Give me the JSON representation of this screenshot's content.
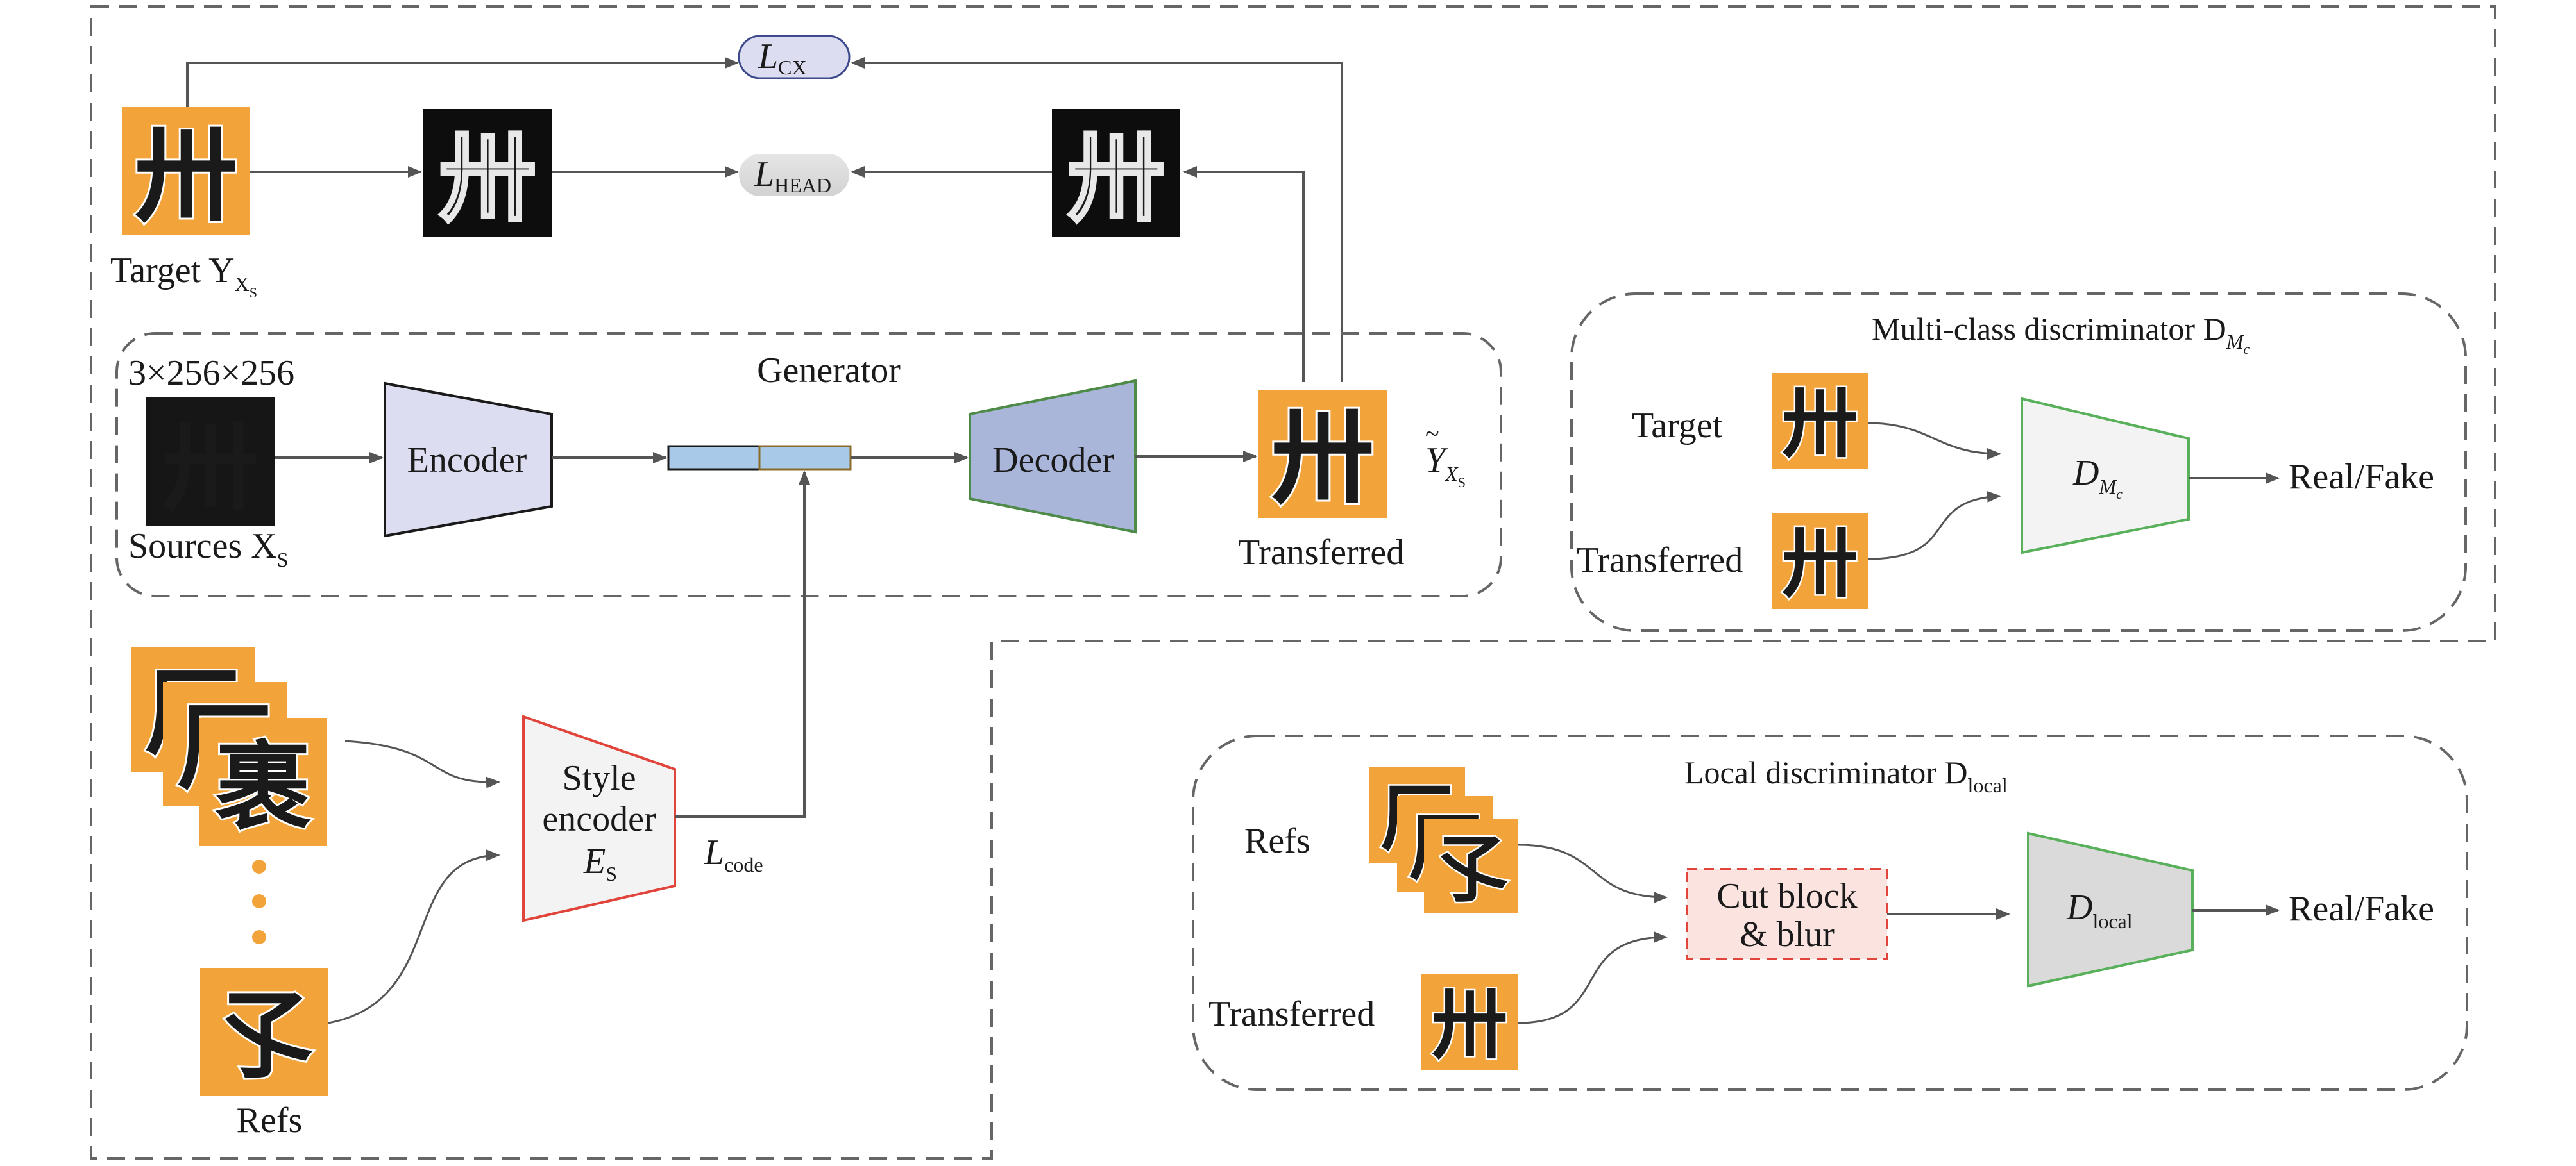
{
  "generator": {
    "title": "Generator",
    "dims_label": "3×256×256",
    "encoder_label": "Encoder",
    "decoder_label": "Decoder",
    "sources_label": "Sources X",
    "sources_sub": "S",
    "transferred_label": "Transferred",
    "y_tilde_main": "Y",
    "y_tilde_sub": "X",
    "y_tilde_subsub": "S"
  },
  "target": {
    "label": "Target Y",
    "sub": "X",
    "subsub": "S"
  },
  "losses": {
    "cx_main": "L",
    "cx_sub": "CX",
    "head_main": "L",
    "head_sub": "HEAD",
    "code_main": "L",
    "code_sub": "code"
  },
  "style_encoder": {
    "line1": "Style",
    "line2": "encoder",
    "symbol": "E",
    "symbol_sub": "S",
    "refs_label": "Refs"
  },
  "multiclass": {
    "title": "Multi-class discriminator D",
    "title_sub": "M",
    "title_subsub": "c",
    "target_label": "Target",
    "transferred_label": "Transferred",
    "d_main": "D",
    "d_sub": "M",
    "d_subsub": "c",
    "output_label": "Real/Fake"
  },
  "local": {
    "title": "Local discriminator D",
    "title_sub": "local",
    "refs_label": "Refs",
    "transferred_label": "Transferred",
    "cut_line1": "Cut block",
    "cut_line2": "& blur",
    "d_main": "D",
    "d_sub": "local",
    "output_label": "Real/Fake"
  },
  "glyphs": {
    "main_char": "卅",
    "ref_char_1": "厂",
    "ref_char_2": "裹",
    "ref_char_3": "孓"
  },
  "colors": {
    "tile_orange": "#F2A33A",
    "glyph_blue": "#3D5FA8",
    "source_red": "#D63A2A",
    "encoder_fill": "#DCDDF0",
    "decoder_fill": "#A9B6DA",
    "style_encoder_stroke": "#E0443A",
    "disc_stroke": "#58B05A",
    "arrow": "#555555"
  }
}
